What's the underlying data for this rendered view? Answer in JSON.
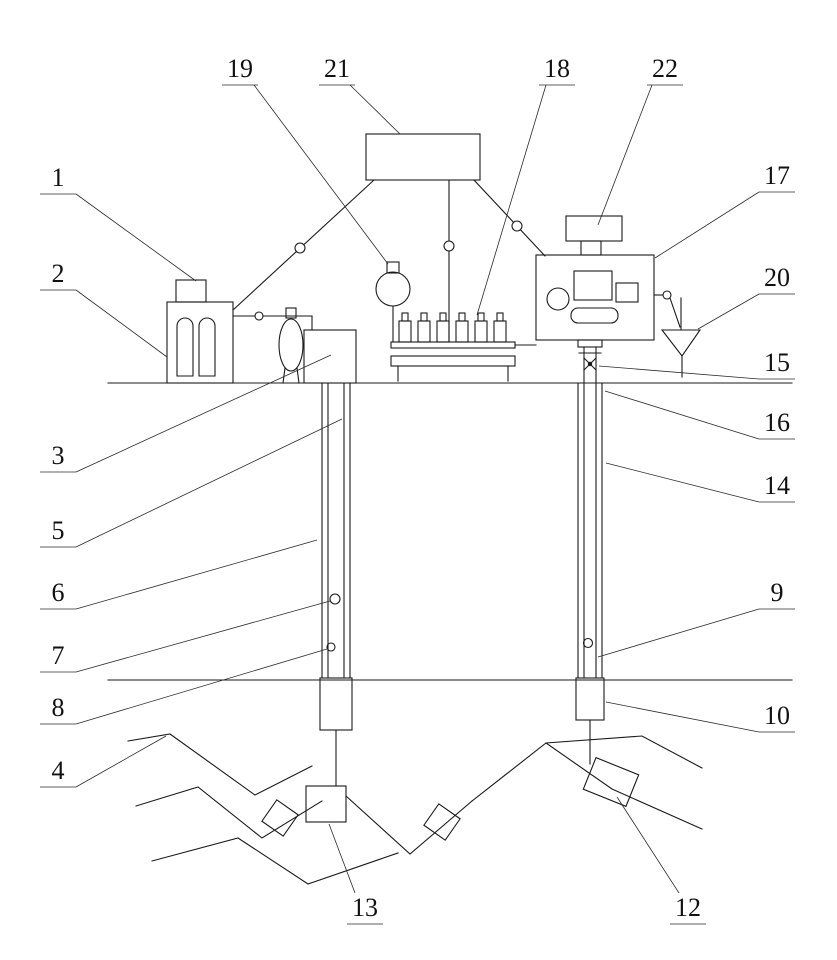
{
  "diagram": {
    "kind": "patent-well-injection-schematic",
    "background_color": "#ffffff",
    "line_color": "#1a1a1a"
  },
  "labels": {
    "l1": "1",
    "l2": "2",
    "l3": "3",
    "l4": "4",
    "l5": "5",
    "l6": "6",
    "l7": "7",
    "l8": "8",
    "l9": "9",
    "l10": "10",
    "l12": "12",
    "l13": "13",
    "l14": "14",
    "l15": "15",
    "l16": "16",
    "l17": "17",
    "l18": "18",
    "l19": "19",
    "l20": "20",
    "l21": "21",
    "l22": "22"
  }
}
